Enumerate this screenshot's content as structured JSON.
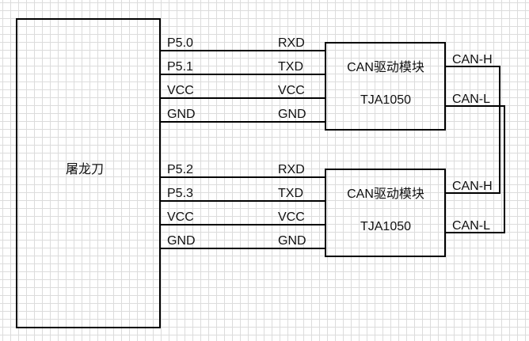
{
  "mcu": {
    "label": "屠龙刀"
  },
  "modules": [
    {
      "title": "CAN驱动模块",
      "part": "TJA1050",
      "bus_labels": [
        "CAN-H",
        "CAN-L"
      ]
    },
    {
      "title": "CAN驱动模块",
      "part": "TJA1050",
      "bus_labels": [
        "CAN-H",
        "CAN-L"
      ]
    }
  ],
  "connections": [
    {
      "mcu_pin": "P5.0",
      "module_pin": "RXD"
    },
    {
      "mcu_pin": "P5.1",
      "module_pin": "TXD"
    },
    {
      "mcu_pin": "VCC",
      "module_pin": "VCC"
    },
    {
      "mcu_pin": "GND",
      "module_pin": "GND"
    },
    {
      "mcu_pin": "P5.2",
      "module_pin": "RXD"
    },
    {
      "mcu_pin": "P5.3",
      "module_pin": "TXD"
    },
    {
      "mcu_pin": "VCC",
      "module_pin": "VCC"
    },
    {
      "mcu_pin": "GND",
      "module_pin": "GND"
    }
  ]
}
